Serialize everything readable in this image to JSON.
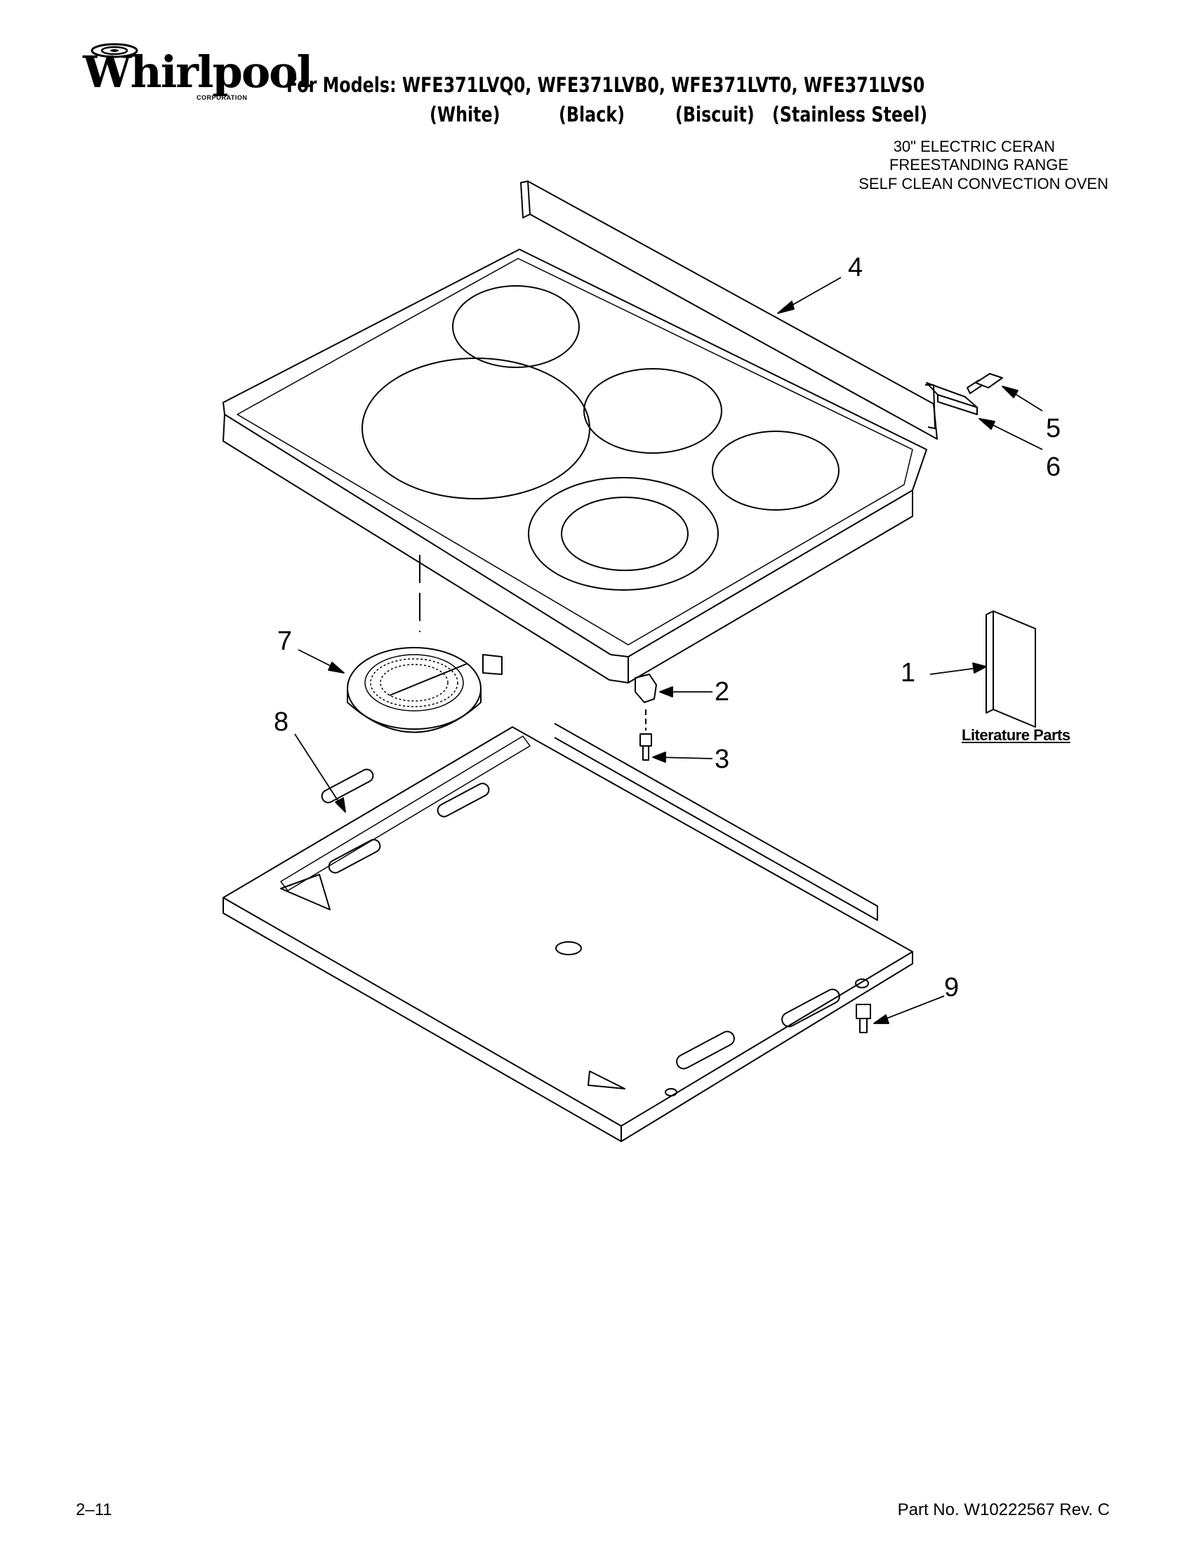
{
  "brand": {
    "name": "Whirlpool",
    "sub": "CORPORATION"
  },
  "header": {
    "models_line": "For Models: WFE371LVQ0, WFE371LVB0, WFE371LVT0, WFE371LVS0",
    "variants": [
      "(White)",
      "(Black)",
      "(Biscuit)",
      "(Stainless Steel)"
    ]
  },
  "description": {
    "line1": "30\" ELECTRIC CERAN",
    "line2": "FREESTANDING RANGE",
    "line3": "SELF CLEAN CONVECTION OVEN"
  },
  "callouts": {
    "c1": "1",
    "c2": "2",
    "c3": "3",
    "c4": "4",
    "c5": "5",
    "c6": "6",
    "c7": "7",
    "c8": "8",
    "c9": "9"
  },
  "literature_label": "Literature Parts",
  "footer": {
    "page": "2–11",
    "part_no": "Part No. W10222567 Rev. C"
  }
}
